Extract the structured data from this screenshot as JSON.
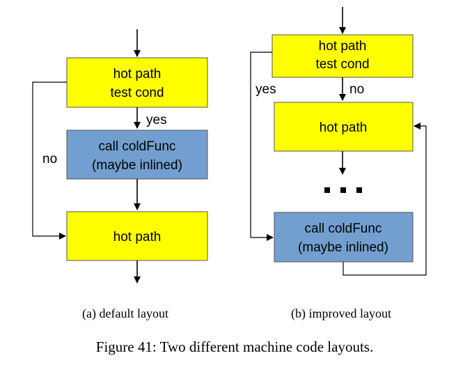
{
  "colors": {
    "hot_box_fill": "#ffff00",
    "cold_box_fill": "#729fcf",
    "box_border": "#555555",
    "line": "#000000"
  },
  "layout_a": {
    "box_hot_test": {
      "line1": "hot path",
      "line2": "test cond"
    },
    "box_call": {
      "line1": "call coldFunc",
      "line2": "(maybe inlined)"
    },
    "box_hot_path": {
      "label": "hot path"
    },
    "edge_yes": "yes",
    "edge_no": "no",
    "caption": "(a) default layout"
  },
  "layout_b": {
    "box_hot_test": {
      "line1": "hot path",
      "line2": "test cond"
    },
    "box_hot_path": {
      "label": "hot path"
    },
    "ellipsis": "...",
    "box_call": {
      "line1": "call coldFunc",
      "line2": "(maybe inlined)"
    },
    "edge_yes": "yes",
    "edge_no": "no",
    "caption": "(b) improved layout"
  },
  "figure_caption": "Figure 41: Two different machine code layouts."
}
